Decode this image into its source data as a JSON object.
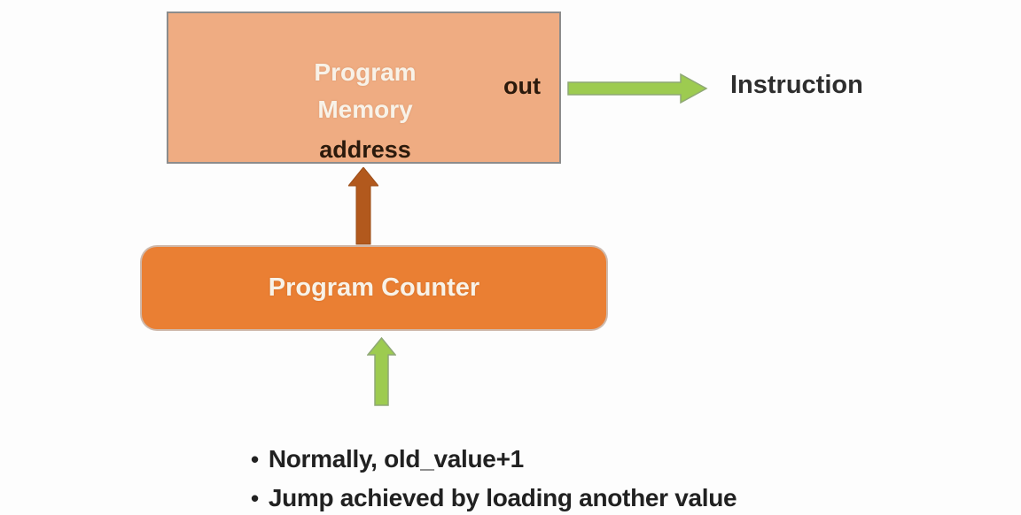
{
  "colors": {
    "memory_fill": "#efac82",
    "memory_border": "#8c8c8c",
    "counter_fill": "#ea7f33",
    "brown_arrow": "#b2591d",
    "green_arrow": "#9dcb50",
    "green_arrow_edge": "#8fa876",
    "dark_text": "#2e2e2e",
    "port_text": "#2b1a0c",
    "light_text": "#f8f2e8"
  },
  "diagram": {
    "memory_box": {
      "title": "Program Memory",
      "address_port": "address",
      "out_port": "out"
    },
    "counter_box": {
      "label": "Program Counter"
    },
    "instruction_label": "Instruction",
    "bullet_char": "•",
    "bullets": [
      "Normally, old_value+1",
      "Jump achieved by loading another value"
    ]
  }
}
